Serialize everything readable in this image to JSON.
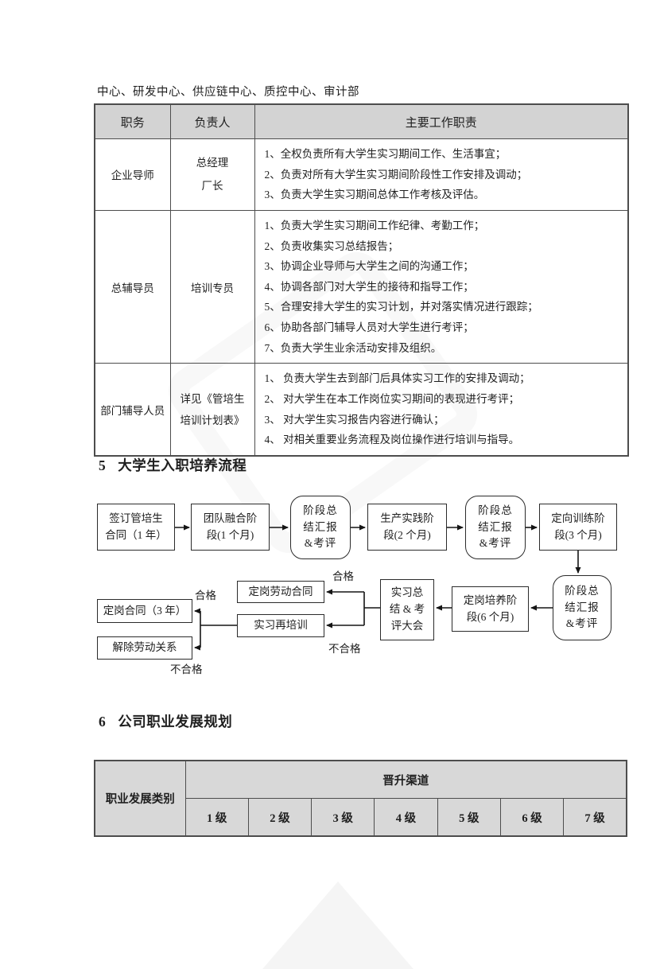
{
  "page": {
    "intro_line": "中心、研发中心、供应链中心、质控中心、审计部"
  },
  "roles_table": {
    "headers": [
      "职务",
      "负责人",
      "主要工作职责"
    ],
    "rows": [
      {
        "position": "企业导师",
        "owner": "总经理\n厂长",
        "duties": [
          "1、全权负责所有大学生实习期间工作、生活事宜；",
          "2、负责对所有大学生实习期间阶段性工作安排及调动；",
          "3、负责大学生实习期间总体工作考核及评估。"
        ]
      },
      {
        "position": "总辅导员",
        "owner": "培训专员",
        "duties": [
          "1、负责大学生实习期间工作纪律、考勤工作；",
          "2、负责收集实习总结报告；",
          "3、协调企业导师与大学生之间的沟通工作；",
          "4、协调各部门对大学生的接待和指导工作；",
          "5、合理安排大学生的实习计划，并对落实情况进行跟踪；",
          "6、协助各部门辅导人员对大学生进行考评；",
          "7、负责大学生业余活动安排及组织。"
        ]
      },
      {
        "position": "部门辅导人员",
        "owner": "详见《管培生培训计划表》",
        "duties": [
          "1、 负责大学生去到部门后具体实习工作的安排及调动；",
          "2、 对大学生在本工作岗位实习期间的表现进行考评；",
          "3、 对大学生实习报告内容进行确认；",
          "4、 对相关重要业务流程及岗位操作进行培训与指导。"
        ]
      }
    ]
  },
  "section5": {
    "number": "5",
    "title": "大学生入职培养流程"
  },
  "flowchart": {
    "nodes": [
      {
        "id": "sign-contract",
        "shape": "rect",
        "label": "签订管培生\n合同（1 年）"
      },
      {
        "id": "team-integration",
        "shape": "rect",
        "label": "团队融合阶\n段(1 个月)"
      },
      {
        "id": "stage-review-1",
        "shape": "rounded",
        "label": "阶段总\n结汇报\n&考评"
      },
      {
        "id": "production",
        "shape": "rect",
        "label": "生产实践阶\n段(2 个月)"
      },
      {
        "id": "stage-review-2",
        "shape": "rounded",
        "label": "阶段总\n结汇报\n&考评"
      },
      {
        "id": "directed-training",
        "shape": "rect",
        "label": "定向训练阶\n段(3 个月)"
      },
      {
        "id": "stage-review-3",
        "shape": "rounded",
        "label": "阶段总\n结汇报\n&考评"
      },
      {
        "id": "post-training",
        "shape": "rect",
        "label": "定岗培养阶\n段(6 个月)"
      },
      {
        "id": "summary-meeting",
        "shape": "rect",
        "label": "实习总\n结 & 考\n评大会"
      },
      {
        "id": "post-labor-contract",
        "shape": "rect",
        "label": "定岗劳动合同"
      },
      {
        "id": "retraining",
        "shape": "rect",
        "label": "实习再培训"
      },
      {
        "id": "post-contract-3y",
        "shape": "rect",
        "label": "定岗合同（3 年）"
      },
      {
        "id": "terminate",
        "shape": "rect",
        "label": "解除劳动关系"
      }
    ],
    "branch_labels": {
      "pass1": "合格",
      "fail1": "不合格",
      "pass2": "合格",
      "fail2": "不合格"
    }
  },
  "section6": {
    "number": "6",
    "title": "公司职业发展规划"
  },
  "career_table": {
    "row_header": "职业发展类别",
    "channel_header": "晋升渠道",
    "levels": [
      "1 级",
      "2 级",
      "3 级",
      "4 级",
      "5 级",
      "6 级",
      "7 级"
    ]
  },
  "colors": {
    "table_header_bg": "#d3d3d3",
    "career_table_bg": "#d8d8d8",
    "table_border": "#4d4d4d",
    "text": "#1f1f1f",
    "flow_border": "#2b2b2b",
    "watermark": "rgba(0,0,0,0.04)"
  }
}
